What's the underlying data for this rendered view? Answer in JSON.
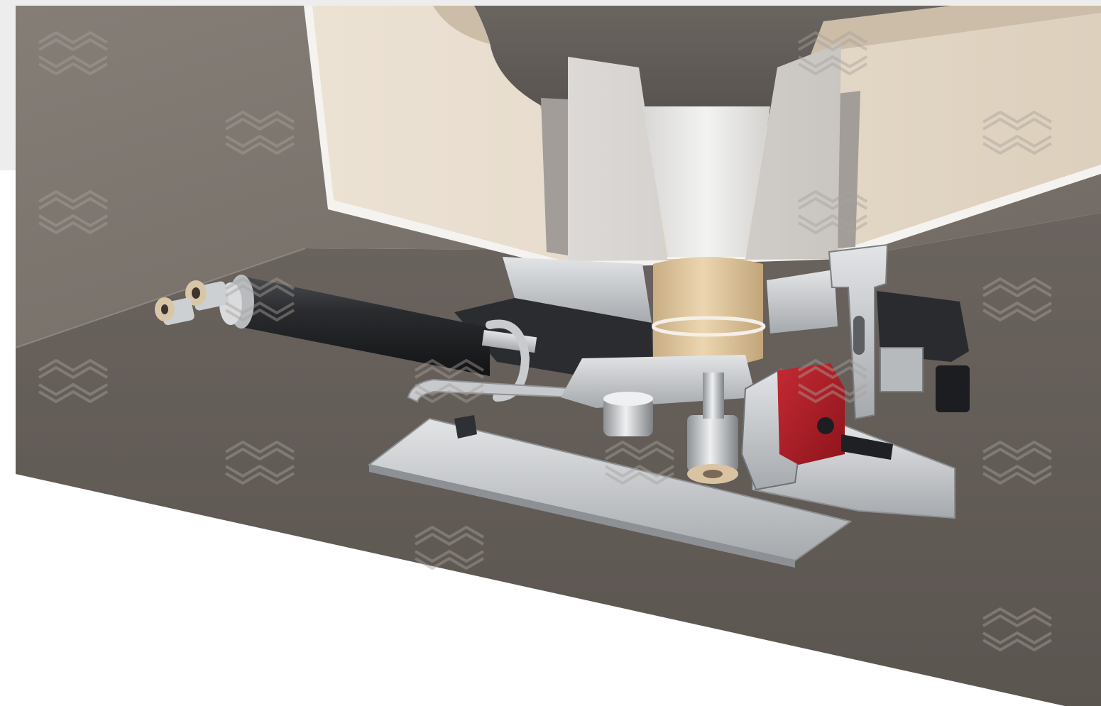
{
  "figure": {
    "subject": "slide-gate-ladle-nozzle-cutaway-icon",
    "labels": []
  },
  "colors": {
    "background": "#ffffff",
    "panel_light": "#ededee",
    "ladle_shell": "#7c756f",
    "ladle_floor": "#6c6560",
    "lining_beige": "#e3d7c6",
    "lining_dark": "#c5b6a1",
    "refractory_grey": "#d6d3d0",
    "cavity": "#5f5955",
    "nozzle_bore": "#e8e7e6",
    "well_block": "#dfc7a1",
    "metal_light": "#cfd1d3",
    "metal_mid": "#a8abaf",
    "metal_dark": "#3a3b3e",
    "black_part": "#1e1f22",
    "red_block": "#b2202a",
    "watermark": "#a59e97"
  },
  "watermark_marks": [
    "watermark-logo-1",
    "watermark-logo-2",
    "watermark-logo-3",
    "watermark-logo-4",
    "watermark-logo-5",
    "watermark-logo-6",
    "watermark-logo-7",
    "watermark-logo-8",
    "watermark-logo-9",
    "watermark-logo-10",
    "watermark-logo-11",
    "watermark-logo-12",
    "watermark-logo-13",
    "watermark-logo-14",
    "watermark-logo-15",
    "watermark-logo-16"
  ]
}
